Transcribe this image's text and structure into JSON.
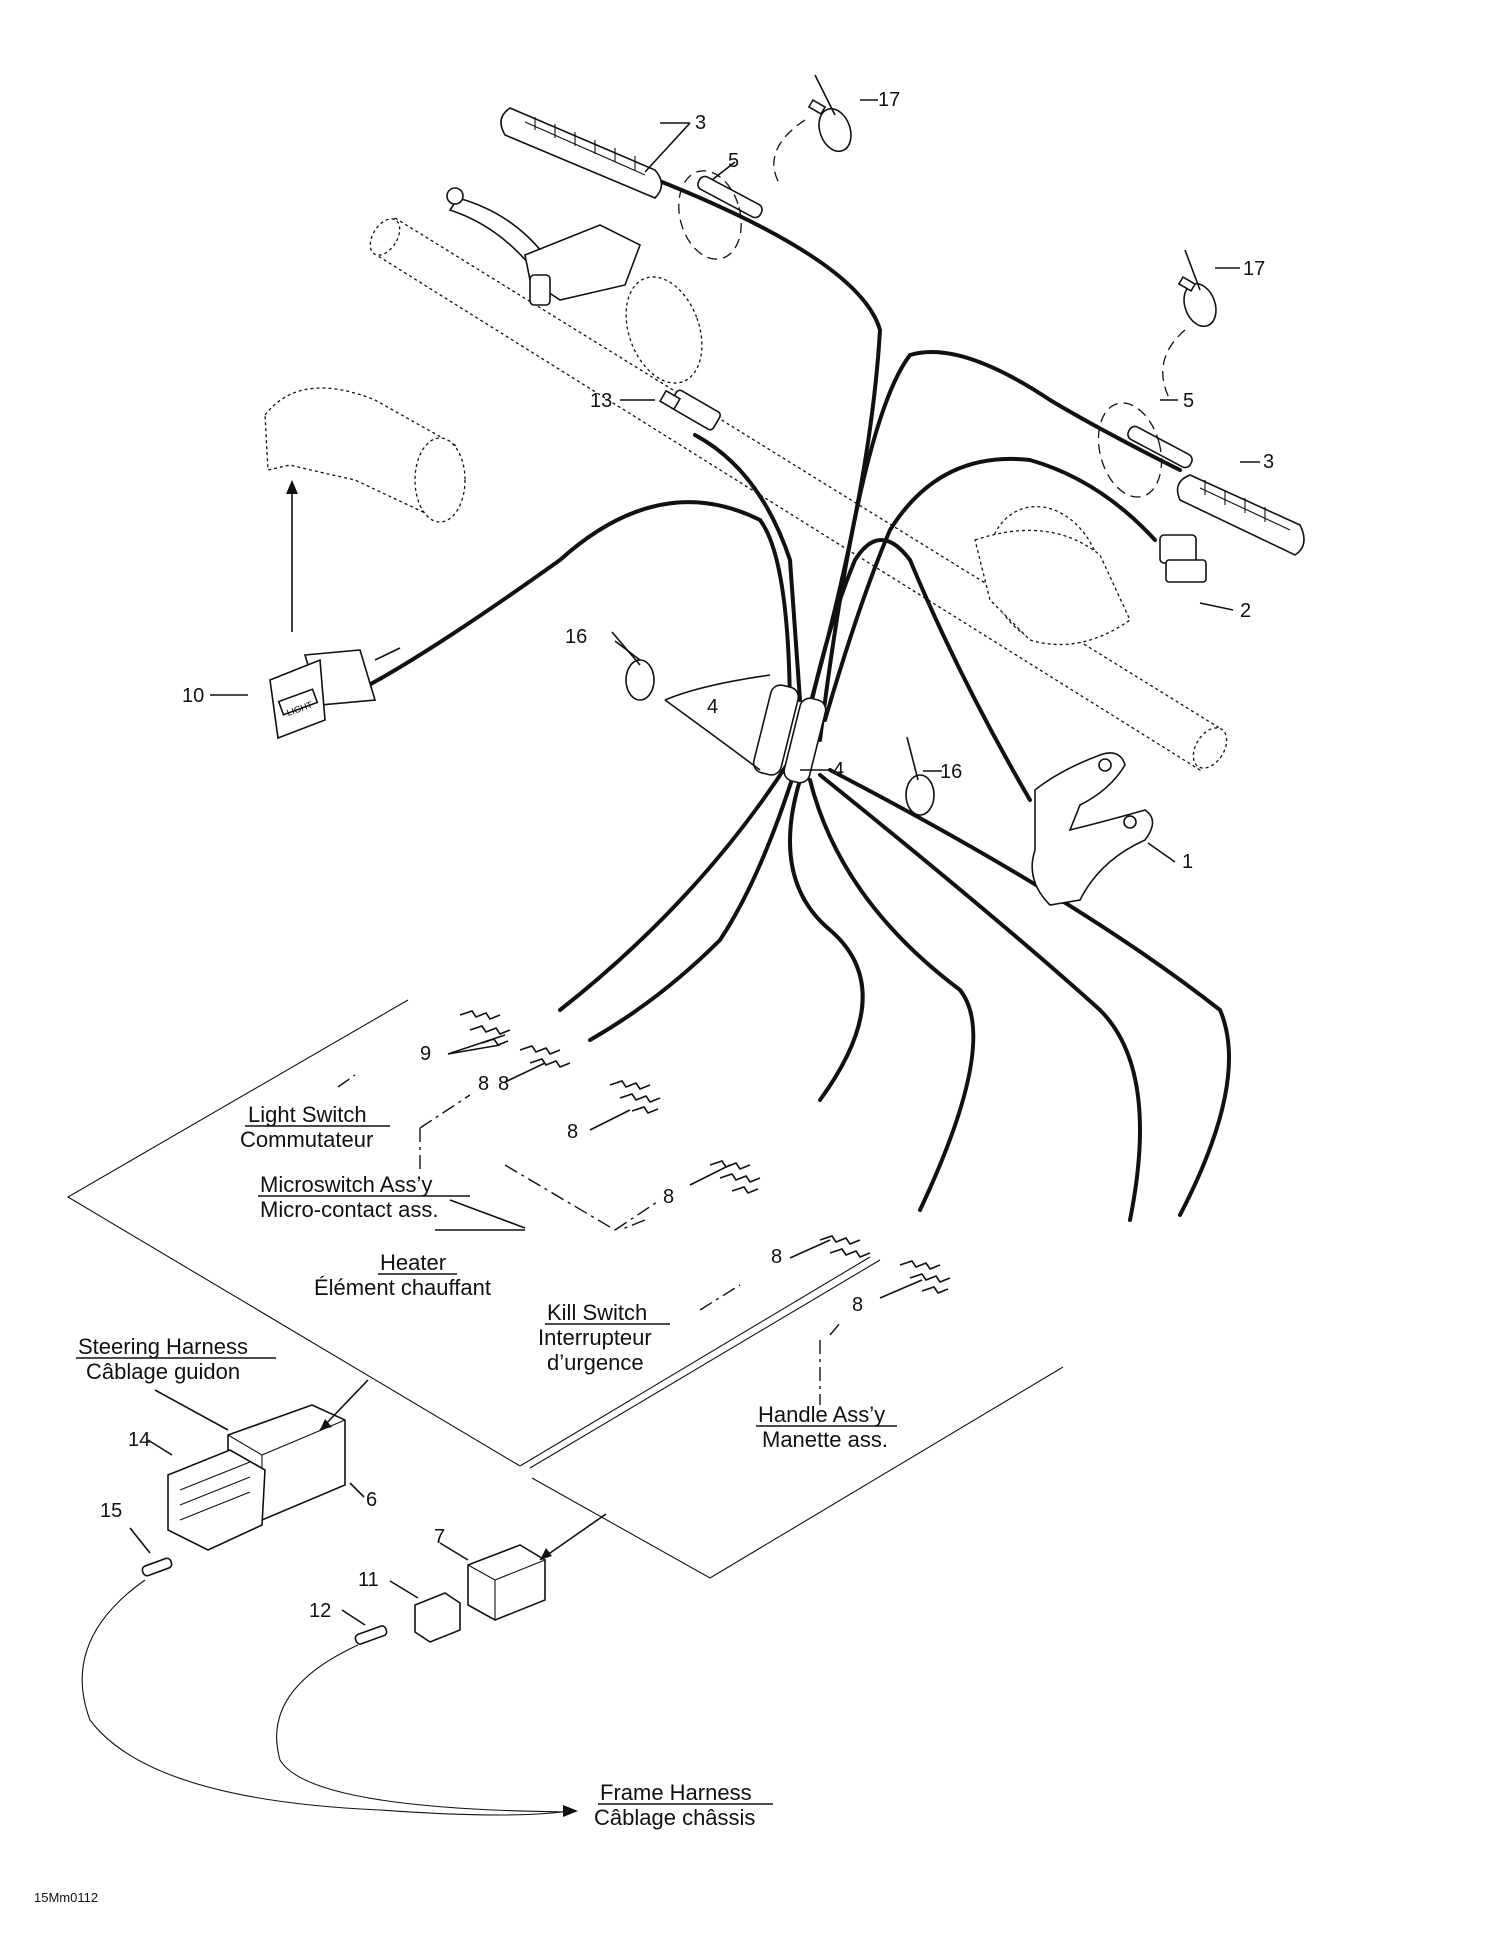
{
  "callouts": {
    "c1": "1",
    "c2": "2",
    "c3a": "3",
    "c3b": "3",
    "c4a": "4",
    "c4b": "4",
    "c5a": "5",
    "c5b": "5",
    "c6": "6",
    "c7": "7",
    "c8a": "8",
    "c8b": "8",
    "c8c": "8",
    "c8d": "8",
    "c8e": "8",
    "c8f": "8",
    "c9": "9",
    "c10": "10",
    "c11": "11",
    "c12": "12",
    "c13": "13",
    "c14": "14",
    "c15": "15",
    "c16a": "16",
    "c16b": "16",
    "c17a": "17",
    "c17b": "17"
  },
  "captions": {
    "light_switch": {
      "en": "Light Switch",
      "fr": "Commutateur"
    },
    "microswitch": {
      "en": "Microswitch Ass’y",
      "fr": "Micro-contact ass."
    },
    "heater": {
      "en": "Heater",
      "fr": "Élément chauffant"
    },
    "kill_switch": {
      "en": "Kill Switch",
      "fr1": "Interrupteur",
      "fr2": "d’urgence"
    },
    "steering_harness": {
      "en": "Steering Harness",
      "fr": "Câblage guidon"
    },
    "handle_assy": {
      "en": "Handle Ass’y",
      "fr": "Manette ass."
    },
    "frame_harness": {
      "en": "Frame Harness",
      "fr": "Câblage châssis"
    }
  },
  "switch_text": "LIGHT",
  "figure_code": "15Mm0112"
}
